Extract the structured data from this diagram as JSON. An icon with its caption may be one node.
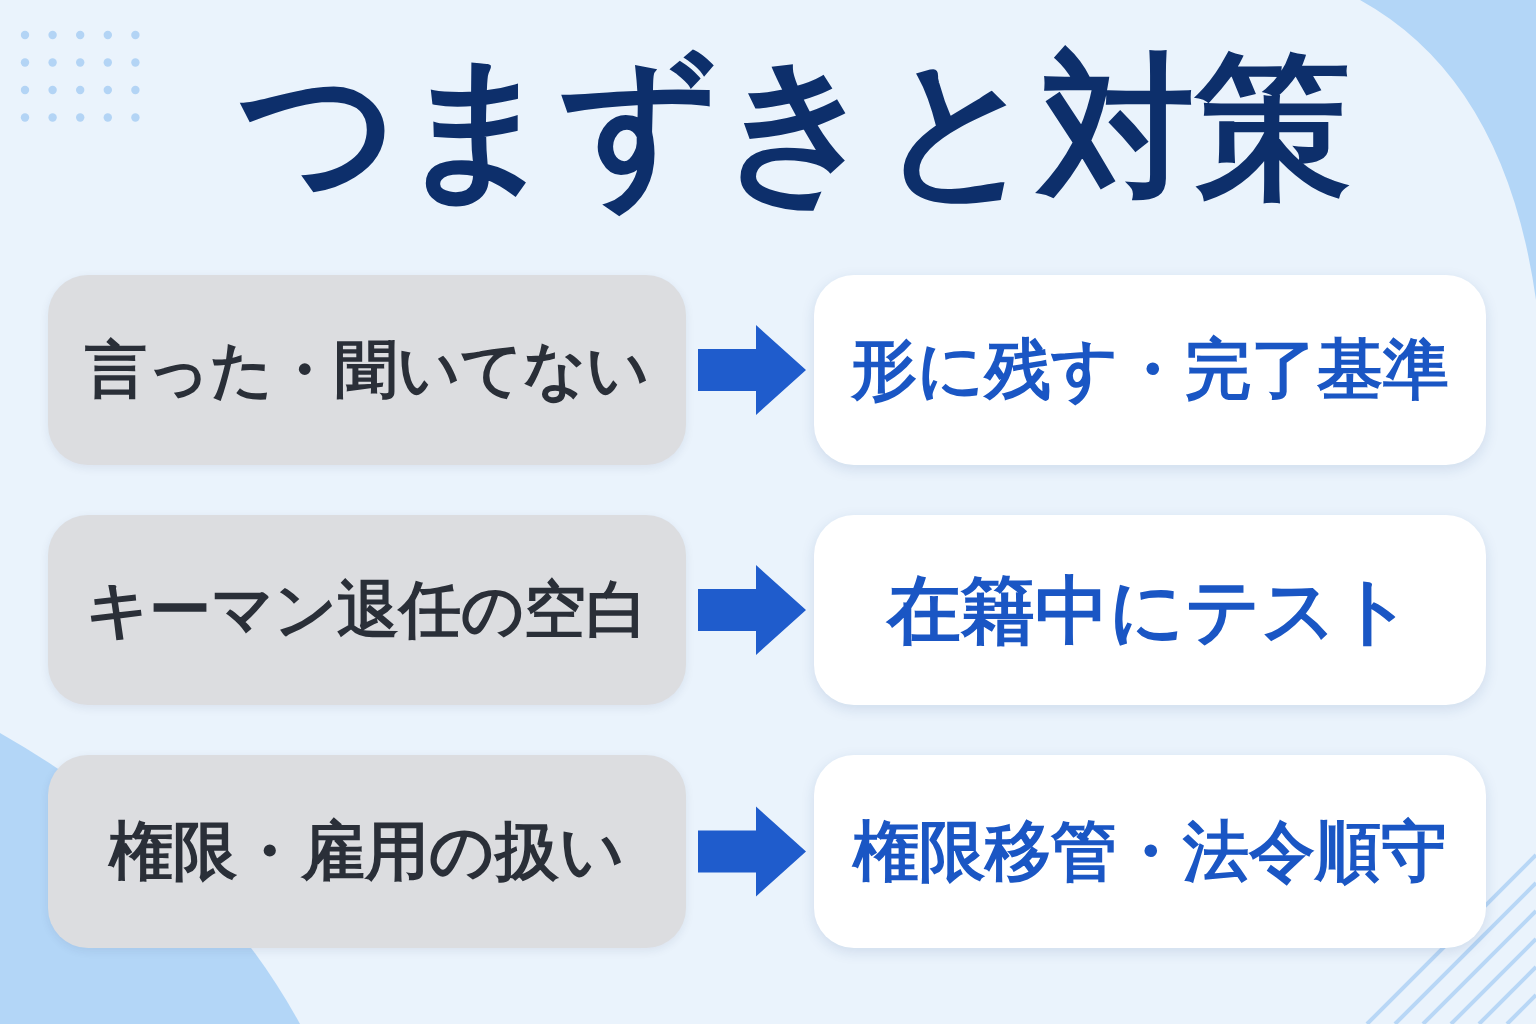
{
  "diagram": {
    "title": "つまずきと対策",
    "nodes": [
      {
        "text": [
          "言った・聞いてない"
        ]
      },
      {
        "text": [
          "形に残す・完了基準"
        ]
      },
      {
        "text": [
          "キーマン退任の空白"
        ]
      },
      {
        "text": [
          "在籍中にテスト"
        ]
      },
      {
        "text": [
          "権限・雇用の扱い"
        ]
      },
      {
        "text": [
          "権限移管・法令順守"
        ]
      }
    ],
    "edges": [
      {
        "from": 0,
        "to": 1,
        "arrow": "to"
      },
      {
        "from": 2,
        "to": 3,
        "arrow": "to"
      },
      {
        "from": 4,
        "to": 5,
        "arrow": "to"
      }
    ]
  }
}
